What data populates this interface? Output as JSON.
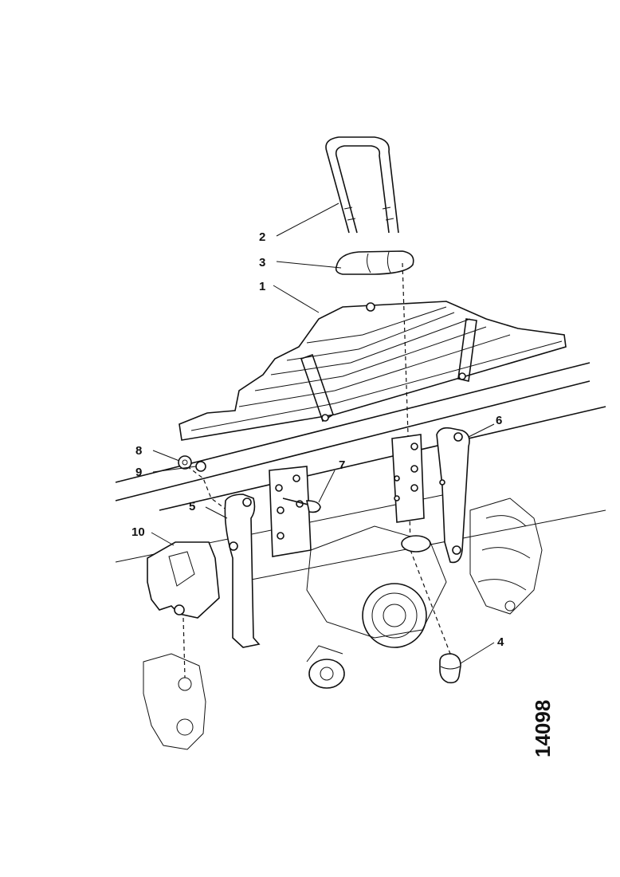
{
  "diagram": {
    "figure_number": "14098",
    "callouts": [
      {
        "id": "c2",
        "label": "2"
      },
      {
        "id": "c3",
        "label": "3"
      },
      {
        "id": "c1",
        "label": "1"
      },
      {
        "id": "c6",
        "label": "6"
      },
      {
        "id": "c8",
        "label": "8"
      },
      {
        "id": "c9",
        "label": "9"
      },
      {
        "id": "c7",
        "label": "7"
      },
      {
        "id": "c5",
        "label": "5"
      },
      {
        "id": "c10",
        "label": "10"
      },
      {
        "id": "c4",
        "label": "4"
      }
    ]
  }
}
